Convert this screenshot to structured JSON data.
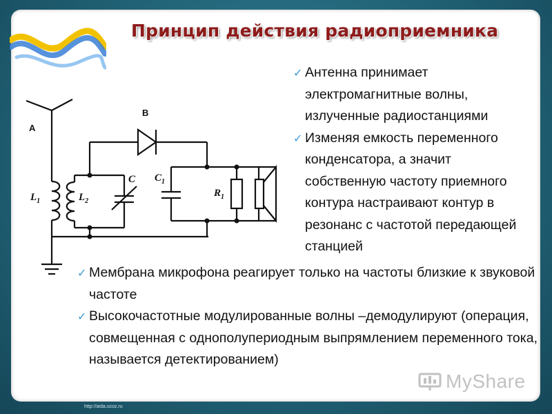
{
  "slide": {
    "title": "Принцип действия радиоприемника"
  },
  "circuit_labels": {
    "antenna": "A",
    "diode": "B",
    "var_cap": "C",
    "cap": "C",
    "cap_sub": "1",
    "coil1": "L",
    "coil1_sub": "1",
    "coil2": "L",
    "coil2_sub": "2",
    "resistor": "R",
    "resistor_sub": "1"
  },
  "bullets_right": [
    "Антенна принимает электромагнитные волны, излученные радиостанциями",
    "Изменяя емкость переменного конденсатора, а значит собственную частоту приемного контура настраивают контур в резонанс с частотой передающей станцией"
  ],
  "bullets_bottom": [
    "Мембрана микрофона реагирует только на частоты близкие к звуковой частоте",
    "Высокочастотные модулированные волны –демодулируют (операция, совмещенная с однополупериодным выпрямлением переменного тока, называется детектированием)"
  ],
  "logo": {
    "text": "MyShare"
  },
  "footer": {
    "url": "http://aida.ucoz.ru"
  },
  "colors": {
    "title": "#8e1b1b",
    "check": "#3a9ad9",
    "frame": "#226478"
  },
  "icons": {
    "bullet": "checkmark-icon",
    "logo": "myshared-logo-icon"
  }
}
